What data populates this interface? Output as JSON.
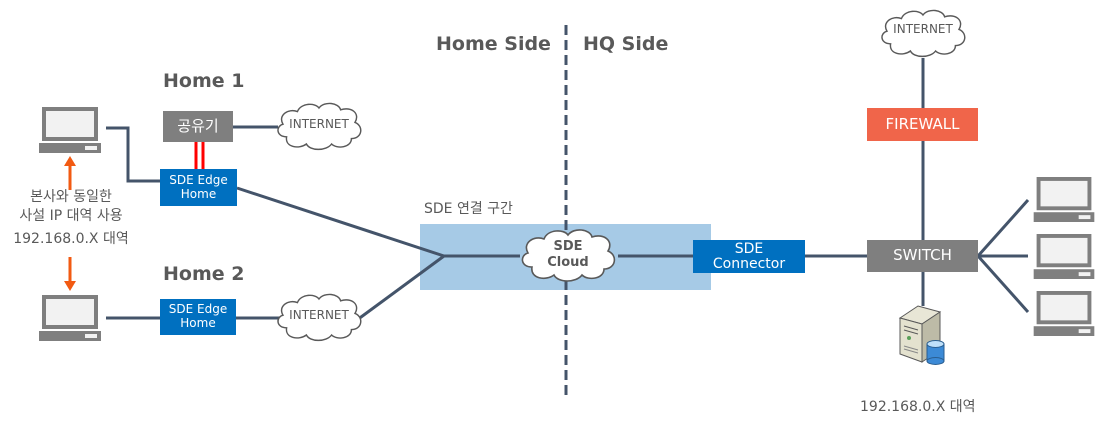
{
  "headings": {
    "home_side": "Home Side",
    "hq_side": "HQ Side",
    "home1": "Home 1",
    "home2": "Home 2"
  },
  "home1": {
    "router_label": "공유기",
    "internet_label": "INTERNET",
    "edge_label_line1": "SDE Edge",
    "edge_label_line2": "Home"
  },
  "home2": {
    "internet_label": "INTERNET",
    "edge_label_line1": "SDE Edge",
    "edge_label_line2": "Home"
  },
  "annotation": {
    "line1": "본사와 동일한",
    "line2": "사설 IP 대역 사용",
    "line3": "192.168.0.X 대역"
  },
  "sde_zone": {
    "label": "SDE 연결 구간",
    "cloud_line1": "SDE",
    "cloud_line2": "Cloud"
  },
  "hq": {
    "connector_line1": "SDE",
    "connector_line2": "Connector",
    "internet_label": "INTERNET",
    "firewall_label": "FIREWALL",
    "switch_label": "SWITCH",
    "ip_range_label": "192.168.0.X 대역"
  },
  "colors": {
    "link": "#44546a",
    "edge_blue": "#0070c0",
    "zone_blue": "#a6cae6",
    "firewall": "#f0654a",
    "device_gray": "#7f7f7f",
    "arrow_orange": "#f25a12",
    "router_uplink_red": "#ff0000"
  }
}
